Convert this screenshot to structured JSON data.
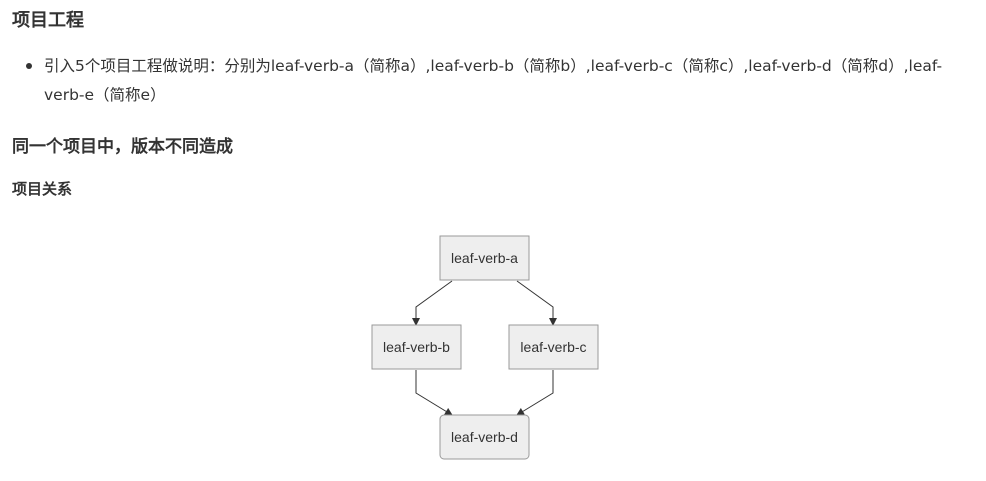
{
  "section": {
    "title": "项目工程"
  },
  "intro": {
    "items": [
      "引入5个项目工程做说明：分别为leaf-verb-a（简称a）,leaf-verb-b（简称b）,leaf-verb-c（简称c）,leaf-verb-d（简称d）,leaf-verb-e（简称e）"
    ]
  },
  "subsection": {
    "title": "同一个项目中，版本不同造成"
  },
  "relation": {
    "title": "项目关系"
  },
  "diagram": {
    "nodes": {
      "a": "leaf-verb-a",
      "b": "leaf-verb-b",
      "c": "leaf-verb-c",
      "d": "leaf-verb-d"
    },
    "edges": [
      {
        "from": "a",
        "to": "b"
      },
      {
        "from": "a",
        "to": "c"
      },
      {
        "from": "b",
        "to": "d"
      },
      {
        "from": "c",
        "to": "d"
      }
    ],
    "colors": {
      "node_fill": "#eeeeee",
      "node_border": "#999999",
      "edge": "#333333"
    }
  }
}
